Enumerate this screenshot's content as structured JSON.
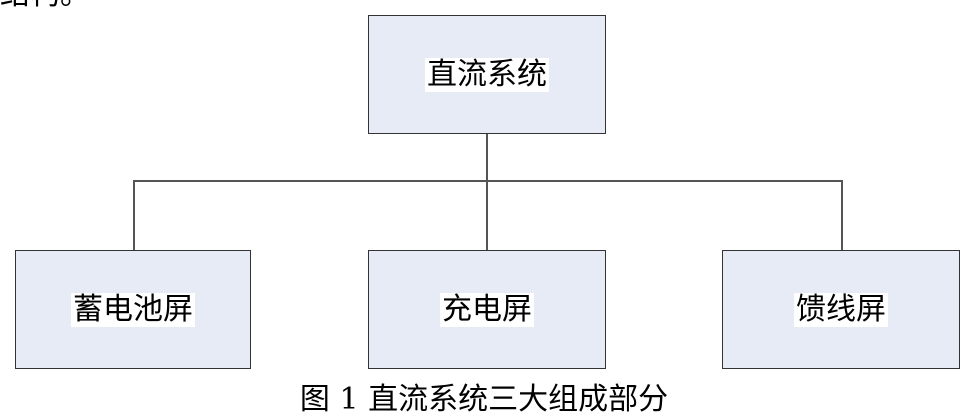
{
  "preceding_text": "结构。",
  "diagram": {
    "root": "直流系统",
    "children": [
      "蓄电池屏",
      "充电屏",
      "馈线屏"
    ],
    "box_fill": "#e6ebf6"
  },
  "caption": "图 1  直流系统三大组成部分"
}
